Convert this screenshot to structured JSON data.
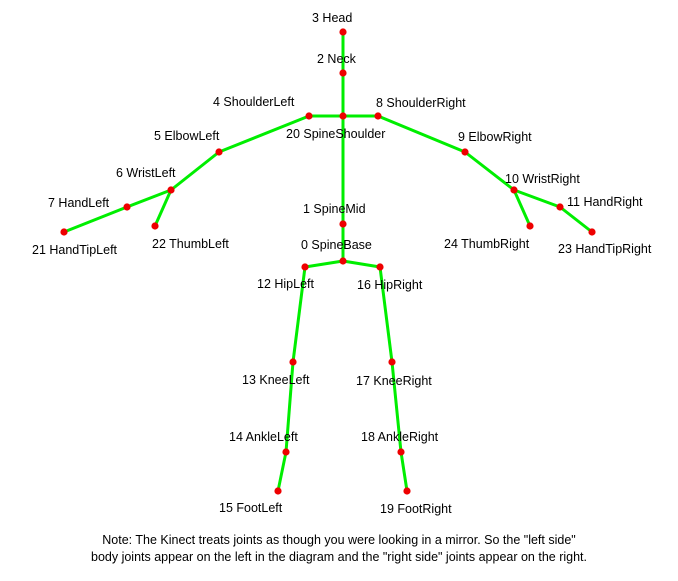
{
  "diagram": {
    "bone_color": "#00ee00",
    "joint_color": "#ee0000",
    "joints": [
      {
        "id": "0",
        "label": "0 SpineBase"
      },
      {
        "id": "1",
        "label": "1 SpineMid"
      },
      {
        "id": "2",
        "label": "2 Neck"
      },
      {
        "id": "3",
        "label": "3 Head"
      },
      {
        "id": "4",
        "label": "4 ShoulderLeft"
      },
      {
        "id": "5",
        "label": "5 ElbowLeft"
      },
      {
        "id": "6",
        "label": "6 WristLeft"
      },
      {
        "id": "7",
        "label": "7 HandLeft"
      },
      {
        "id": "8",
        "label": "8 ShoulderRight"
      },
      {
        "id": "9",
        "label": "9 ElbowRight"
      },
      {
        "id": "10",
        "label": "10 WristRight"
      },
      {
        "id": "11",
        "label": "11 HandRight"
      },
      {
        "id": "12",
        "label": "12 HipLeft"
      },
      {
        "id": "13",
        "label": "13 KneeLeft"
      },
      {
        "id": "14",
        "label": "14 AnkleLeft"
      },
      {
        "id": "15",
        "label": "15 FootLeft"
      },
      {
        "id": "16",
        "label": "16 HipRight"
      },
      {
        "id": "17",
        "label": "17 KneeRight"
      },
      {
        "id": "18",
        "label": "18 AnkleRight"
      },
      {
        "id": "19",
        "label": "19 FootRight"
      },
      {
        "id": "20",
        "label": "20 SpineShoulder"
      },
      {
        "id": "21",
        "label": "21 HandTipLeft"
      },
      {
        "id": "22",
        "label": "22 ThumbLeft"
      },
      {
        "id": "23",
        "label": "23 HandTipRight"
      },
      {
        "id": "24",
        "label": "24 ThumbRight"
      }
    ],
    "bones": [
      [
        "3",
        "2"
      ],
      [
        "2",
        "20"
      ],
      [
        "20",
        "4"
      ],
      [
        "4",
        "5"
      ],
      [
        "5",
        "6"
      ],
      [
        "6",
        "7"
      ],
      [
        "7",
        "21"
      ],
      [
        "6",
        "22"
      ],
      [
        "20",
        "8"
      ],
      [
        "8",
        "9"
      ],
      [
        "9",
        "10"
      ],
      [
        "10",
        "11"
      ],
      [
        "11",
        "23"
      ],
      [
        "10",
        "24"
      ],
      [
        "20",
        "1"
      ],
      [
        "1",
        "0"
      ],
      [
        "0",
        "12"
      ],
      [
        "12",
        "13"
      ],
      [
        "13",
        "14"
      ],
      [
        "14",
        "15"
      ],
      [
        "0",
        "16"
      ],
      [
        "16",
        "17"
      ],
      [
        "17",
        "18"
      ],
      [
        "18",
        "19"
      ]
    ]
  },
  "note": {
    "line1": "Note: The Kinect treats joints as though you were looking in a mirror.  So the \"left side\"",
    "line2": "body joints appear on the left in the diagram and the \"right side\" joints appear on the right."
  }
}
